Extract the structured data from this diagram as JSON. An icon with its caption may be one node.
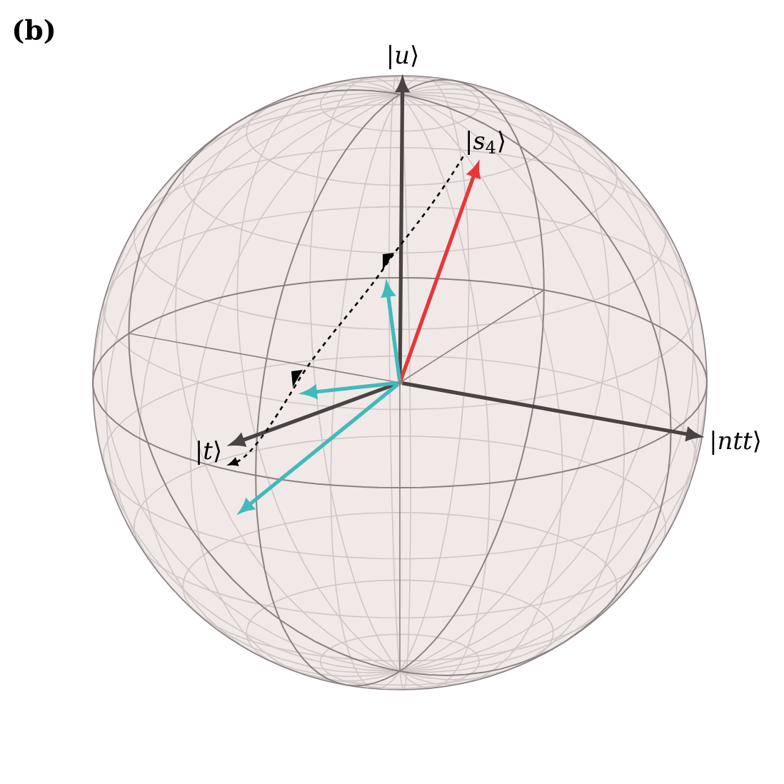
{
  "diagram": {
    "nodes": [
      {
        "text": [
          "|*u*⟩"
        ]
      },
      {
        "text": [
          "|*s*$_{4}$⟩"
        ]
      },
      {
        "text": [
          "|*ntt*⟩"
        ]
      },
      {
        "text": [
          "|*t*⟩"
        ]
      },
      {
        "text": [],
        "shape": "point"
      }
    ],
    "edges": [
      {
        "from": 4,
        "to": 0,
        "arrow": "to"
      },
      {
        "from": 4,
        "to": 1,
        "arrow": "to",
        "color": "#e5373a"
      },
      {
        "from": 4,
        "to": 2,
        "arrow": "to"
      },
      {
        "from": 4,
        "to": 3,
        "arrow": "to"
      },
      {
        "from": 4,
        "to": null,
        "arrow": "to",
        "color": "#40baba"
      },
      {
        "from": 4,
        "to": null,
        "arrow": "to",
        "color": "#40baba"
      },
      {
        "from": 4,
        "to": null,
        "arrow": "to",
        "color": "#40baba"
      },
      {
        "from": 1,
        "to": 3,
        "arrow": "to",
        "style": "dashed",
        "color": "#000000"
      }
    ],
    "labels": [
      "(b)"
    ]
  }
}
